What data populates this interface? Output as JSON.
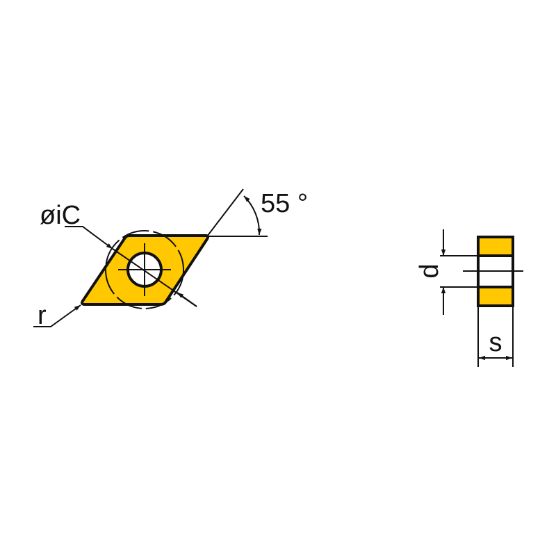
{
  "labels": {
    "diameter": "øiC",
    "angle": "55 °",
    "radius": "r",
    "hole_diameter": "d",
    "thickness": "s"
  },
  "colors": {
    "insert_fill": "#FFC800",
    "line": "#111111"
  }
}
